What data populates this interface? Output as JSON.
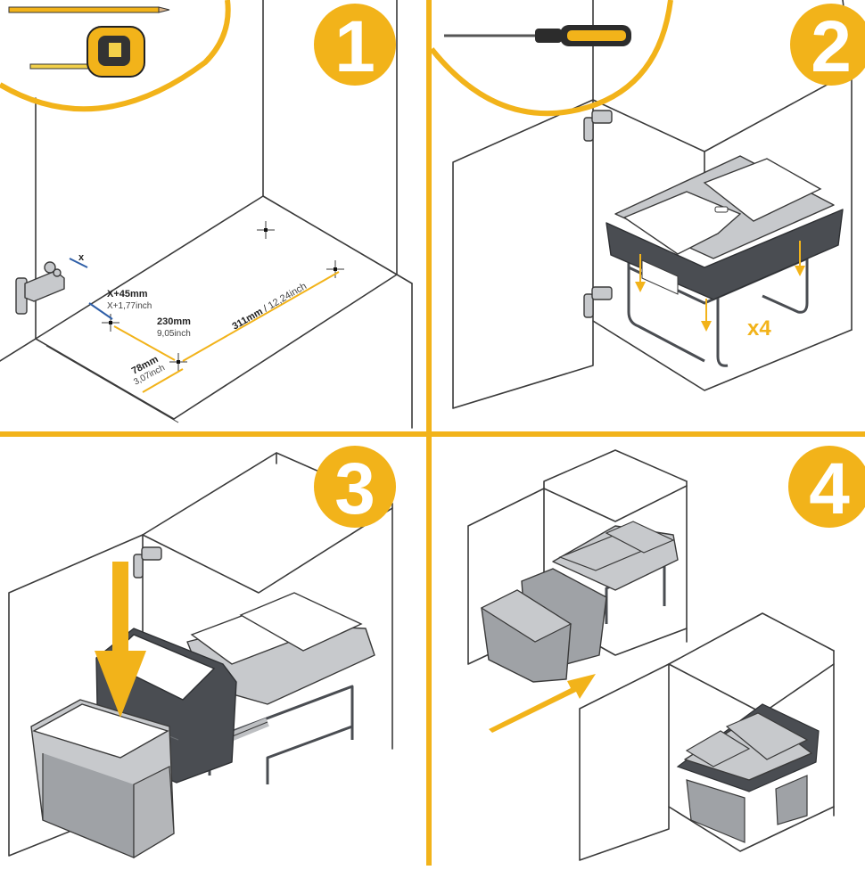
{
  "colors": {
    "accent": "#f2b31a",
    "divider": "#f2b31a",
    "outline": "#3a3a3a",
    "bin_dark": "#4a4d52",
    "bin_grey": "#9fa2a6",
    "blue_marker": "#2f5fa8"
  },
  "steps": [
    {
      "number": "1",
      "tools": [
        "pencil-icon",
        "tape-measure-icon"
      ]
    },
    {
      "number": "2",
      "tools": [
        "screwdriver-icon"
      ]
    },
    {
      "number": "3",
      "tools": []
    },
    {
      "number": "4",
      "tools": []
    }
  ],
  "step1": {
    "marker_x": "x",
    "dim_front_mm": "X+45mm",
    "dim_front_in": "X+1,77inch",
    "dim_depth_mm": "230mm",
    "dim_depth_in": "9,05inch",
    "dim_long_mm": "311mm",
    "dim_long_sep": " / ",
    "dim_long_in": "12,24inch",
    "dim_side_mm": "78mm",
    "dim_side_in": "3,07inch"
  },
  "step2": {
    "screw_count": "x4"
  }
}
